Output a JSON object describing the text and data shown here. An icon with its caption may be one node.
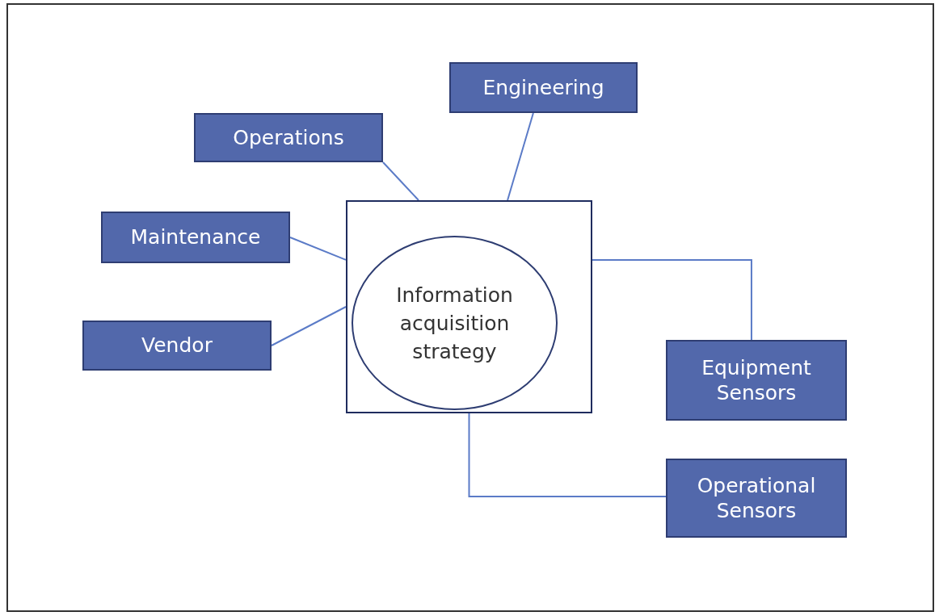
{
  "diagram": {
    "nodes": [
      {
        "text": [
          "Engineering"
        ]
      },
      {
        "text": [
          "Operations"
        ]
      },
      {
        "text": [
          "Maintenance"
        ]
      },
      {
        "text": [
          "Vendor"
        ]
      },
      {
        "text": [],
        "shape": "box"
      },
      {
        "text": [
          "Information acquisition strategy"
        ],
        "in": 4
      },
      {
        "text": [
          "Equipment Sensors"
        ]
      },
      {
        "text": [
          "Operational Sensors"
        ]
      }
    ],
    "edges": [
      {
        "from": 4,
        "to": 0,
        "arrow": "none"
      },
      {
        "from": 4,
        "to": 1,
        "arrow": "none"
      },
      {
        "from": 4,
        "to": 2,
        "arrow": "none"
      },
      {
        "from": 4,
        "to": 3,
        "arrow": "none"
      },
      {
        "from": 4,
        "to": 6,
        "arrow": "none"
      },
      {
        "from": 4,
        "to": 7,
        "arrow": "none"
      }
    ]
  }
}
